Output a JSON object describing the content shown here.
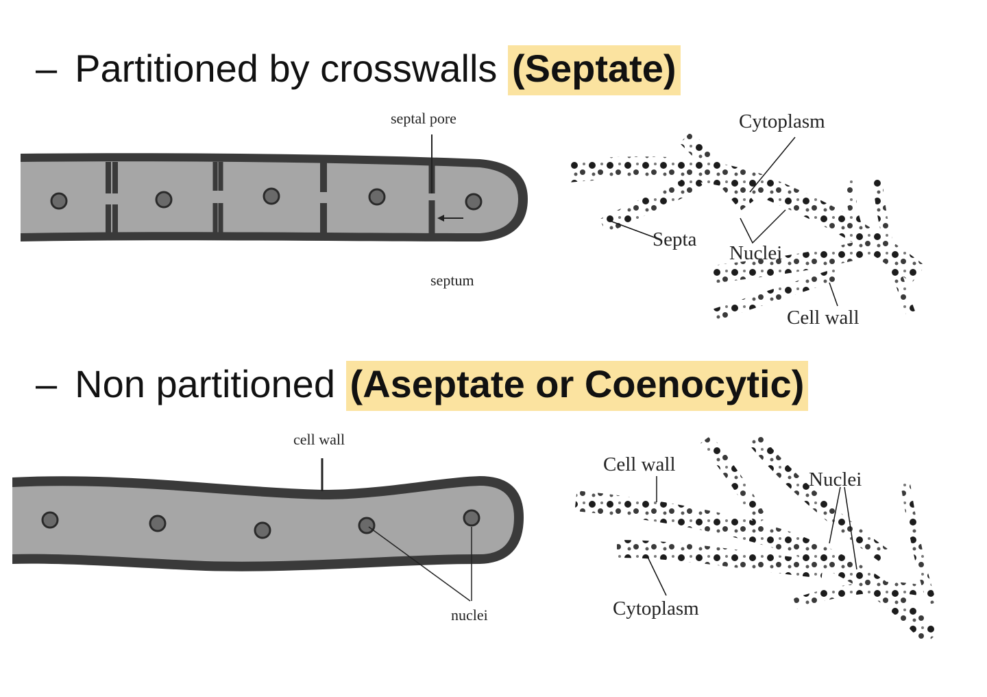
{
  "septate": {
    "dash": "–",
    "text": "Partitioned by crosswalls",
    "open_paren": "(",
    "term": "Septate",
    "close_paren": ")",
    "labels": {
      "septal_pore": "septal pore",
      "septum": "septum",
      "cytoplasm": "Cytoplasm",
      "septa": "Septa",
      "nuclei": "Nuclei",
      "cell_wall": "Cell wall"
    }
  },
  "aseptate": {
    "dash": "–",
    "text": "Non partitioned",
    "open_paren": "(",
    "term": "Aseptate or Coenocytic",
    "close_paren": ")",
    "labels": {
      "cell_wall_small": "cell wall",
      "nuclei_small": "nuclei",
      "cell_wall": "Cell wall",
      "nuclei": "Nuclei",
      "cytoplasm": "Cytoplasm"
    }
  },
  "colors": {
    "highlight": "#fbe3a0",
    "cell_wall": "#3a3a3a",
    "cytoplasm_fill": "#a6a6a6",
    "nucleus": "#6a6a6a"
  }
}
